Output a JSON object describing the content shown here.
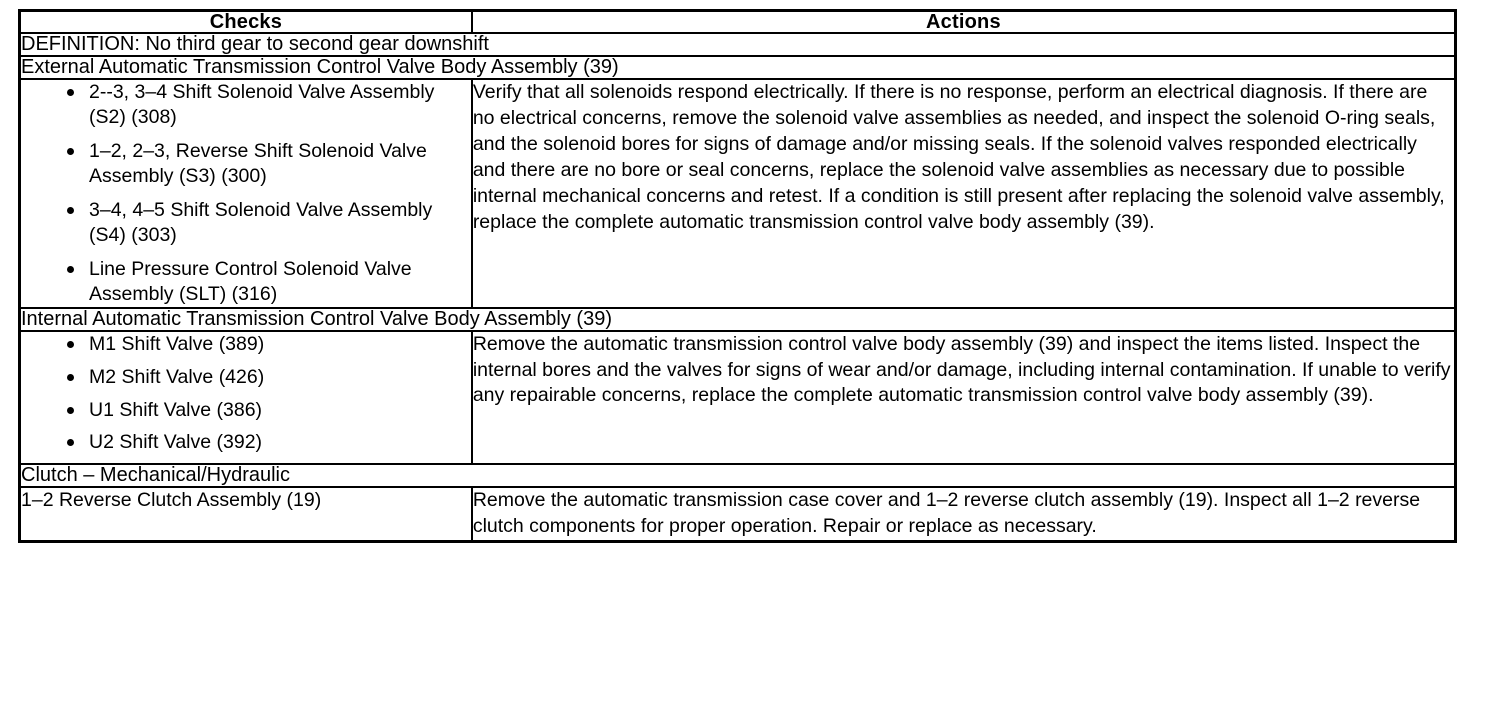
{
  "table": {
    "headers": {
      "checks": "Checks",
      "actions": "Actions"
    },
    "definition_row": "DEFINITION: No third gear to second gear downshift",
    "sections": [
      {
        "heading": "External Automatic Transmission Control Valve Body Assembly (39)",
        "checks_items": [
          "2--3, 3–4 Shift Solenoid Valve Assembly (S2) (308)",
          "1–2, 2–3, Reverse Shift Solenoid Valve Assembly (S3) (300)",
          "3–4, 4–5 Shift Solenoid Valve Assembly (S4) (303)",
          "Line Pressure Control Solenoid Valve Assembly (SLT) (316)"
        ],
        "actions_text": "Verify that all solenoids respond electrically. If there is no response, perform an electrical diagnosis. If there are no electrical concerns, remove the solenoid valve assemblies as needed, and inspect the solenoid O-ring seals, and the solenoid bores for signs of damage and/or missing seals. If the solenoid valves responded electrically and there are no bore or seal concerns, replace the solenoid valve assemblies as necessary due to possible internal mechanical concerns and retest. If a condition is still present after replacing the solenoid valve assembly, replace the complete automatic transmission control valve body assembly (39)."
      },
      {
        "heading": "Internal Automatic Transmission Control Valve Body Assembly (39)",
        "checks_items": [
          "M1 Shift Valve (389)",
          "M2 Shift Valve (426)",
          "U1 Shift Valve (386)",
          "U2 Shift Valve (392)"
        ],
        "actions_text": "Remove the automatic transmission control valve body assembly (39) and inspect the items listed. Inspect the internal bores and the valves for signs of wear and/or damage, including internal contamination. If unable to verify any repairable concerns, replace the complete automatic transmission control valve body assembly (39)."
      },
      {
        "heading": "Clutch – Mechanical/Hydraulic",
        "checks_plain": "1–2 Reverse Clutch Assembly (19)",
        "actions_text": "Remove the automatic transmission case cover and 1–2 reverse clutch assembly (19). Inspect all 1–2 reverse clutch components for proper operation. Repair or replace as necessary."
      }
    ]
  }
}
